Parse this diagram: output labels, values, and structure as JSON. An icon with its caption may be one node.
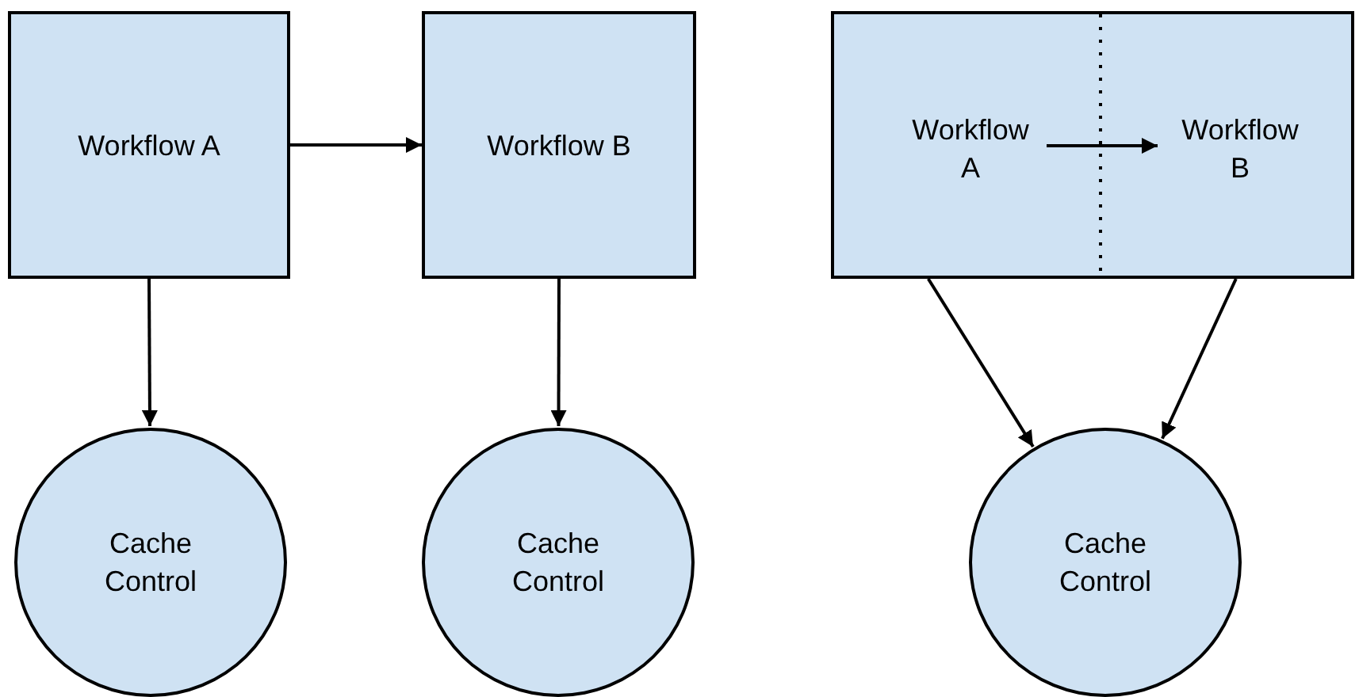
{
  "diagram": {
    "nodes": [
      {
        "text": [
          "Workflow A"
        ]
      },
      {
        "text": [
          "Workflow B"
        ]
      },
      {
        "text": [
          "Cache Control"
        ]
      },
      {
        "text": [
          "Cache Control"
        ]
      },
      {
        "text": [],
        "shape": "box"
      },
      {
        "text": [
          "Workflow A"
        ],
        "in": 4
      },
      {
        "text": [
          "Workflow B"
        ],
        "in": 4
      },
      {
        "text": [
          "Cache Control"
        ]
      }
    ],
    "edges": [
      {
        "from": 0,
        "to": 1,
        "arrow": "to"
      },
      {
        "from": 0,
        "to": 2,
        "arrow": "to"
      },
      {
        "from": 1,
        "to": 3,
        "arrow": "to"
      },
      {
        "from": 5,
        "to": 6,
        "arrow": "to"
      },
      {
        "from": 4,
        "to": 7,
        "arrow": "to"
      },
      {
        "from": 4,
        "to": 7,
        "arrow": "to"
      }
    ]
  }
}
